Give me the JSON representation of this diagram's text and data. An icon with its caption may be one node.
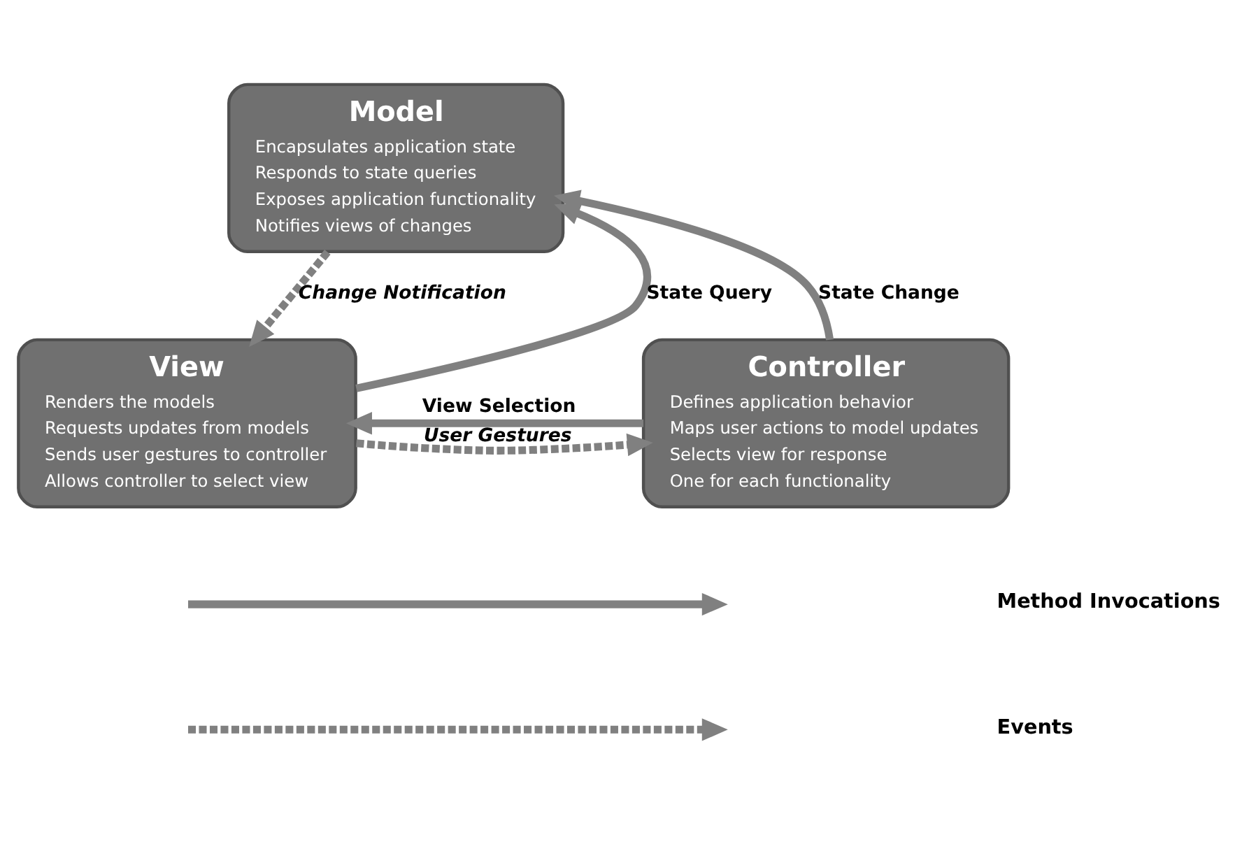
{
  "diagram": {
    "nodes": [
      {
        "text": [
          "Model",
          "Encapsulates application state",
          "Responds to state queries",
          "Exposes application functionality",
          "Notifies views of changes"
        ]
      },
      {
        "text": [
          "View",
          "Renders the models",
          "Requests updates from models",
          "Sends user gestures to controller",
          "Allows controller to select view"
        ]
      },
      {
        "text": [
          "Controller",
          "Defines application behavior",
          "Maps user actions to model updates",
          "Selects view for response",
          "One for each functionality"
        ]
      }
    ],
    "edges": [
      {
        "from": 1,
        "to": 0,
        "arrow": "to",
        "label": "State Query"
      },
      {
        "from": 0,
        "to": 1,
        "arrow": "to",
        "label": "Change Notification",
        "style": "dashed"
      },
      {
        "from": 2,
        "to": 0,
        "arrow": "to",
        "label": "State Change"
      },
      {
        "from": 2,
        "to": 1,
        "arrow": "to",
        "label": "View Selection"
      },
      {
        "from": 1,
        "to": 2,
        "arrow": "to",
        "label": "User Gestures",
        "style": "dashed"
      }
    ],
    "legend": [
      {
        "text": "Method Invocations"
      },
      {
        "text": "Events"
      }
    ]
  }
}
